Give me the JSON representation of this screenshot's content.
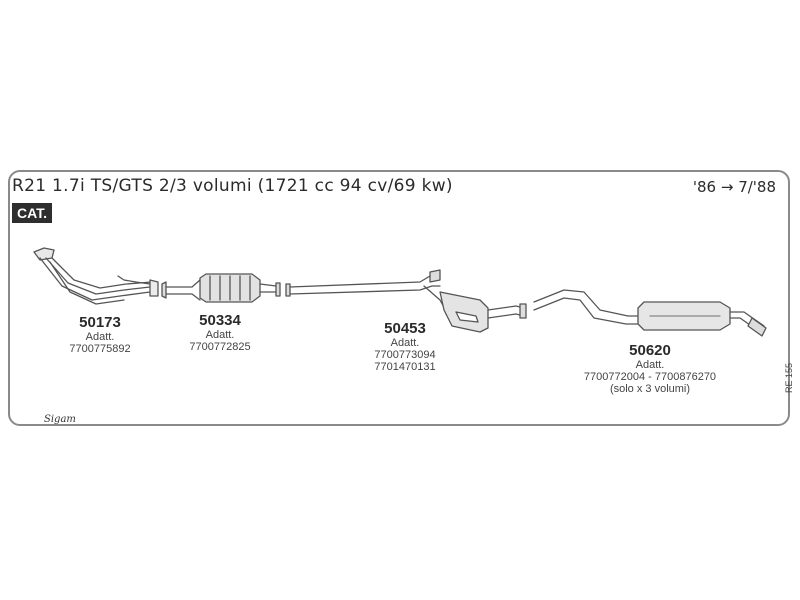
{
  "header": {
    "title": "R21 1.7i TS/GTS 2/3 volumi (1721 cc 94 cv/69 kw)",
    "years": "'86 → 7/'88",
    "badge": "CAT."
  },
  "parts": [
    {
      "code": "50173",
      "adatt_label": "Adatt.",
      "refs": [
        "7700775892"
      ]
    },
    {
      "code": "50334",
      "adatt_label": "Adatt.",
      "refs": [
        "7700772825"
      ]
    },
    {
      "code": "50453",
      "adatt_label": "Adatt.",
      "refs": [
        "7700773094",
        "7701470131"
      ]
    },
    {
      "code": "50620",
      "adatt_label": "Adatt.",
      "refs": [
        "7700772004 - 7700876270",
        "(solo x 3 volumi)"
      ]
    }
  ],
  "sheet_ref": "RE 155",
  "logo_text": "Sigam",
  "icons": [
    "exhaust-manifold-icon",
    "catalytic-converter-icon",
    "intermediate-silencer-icon",
    "rear-silencer-icon"
  ]
}
